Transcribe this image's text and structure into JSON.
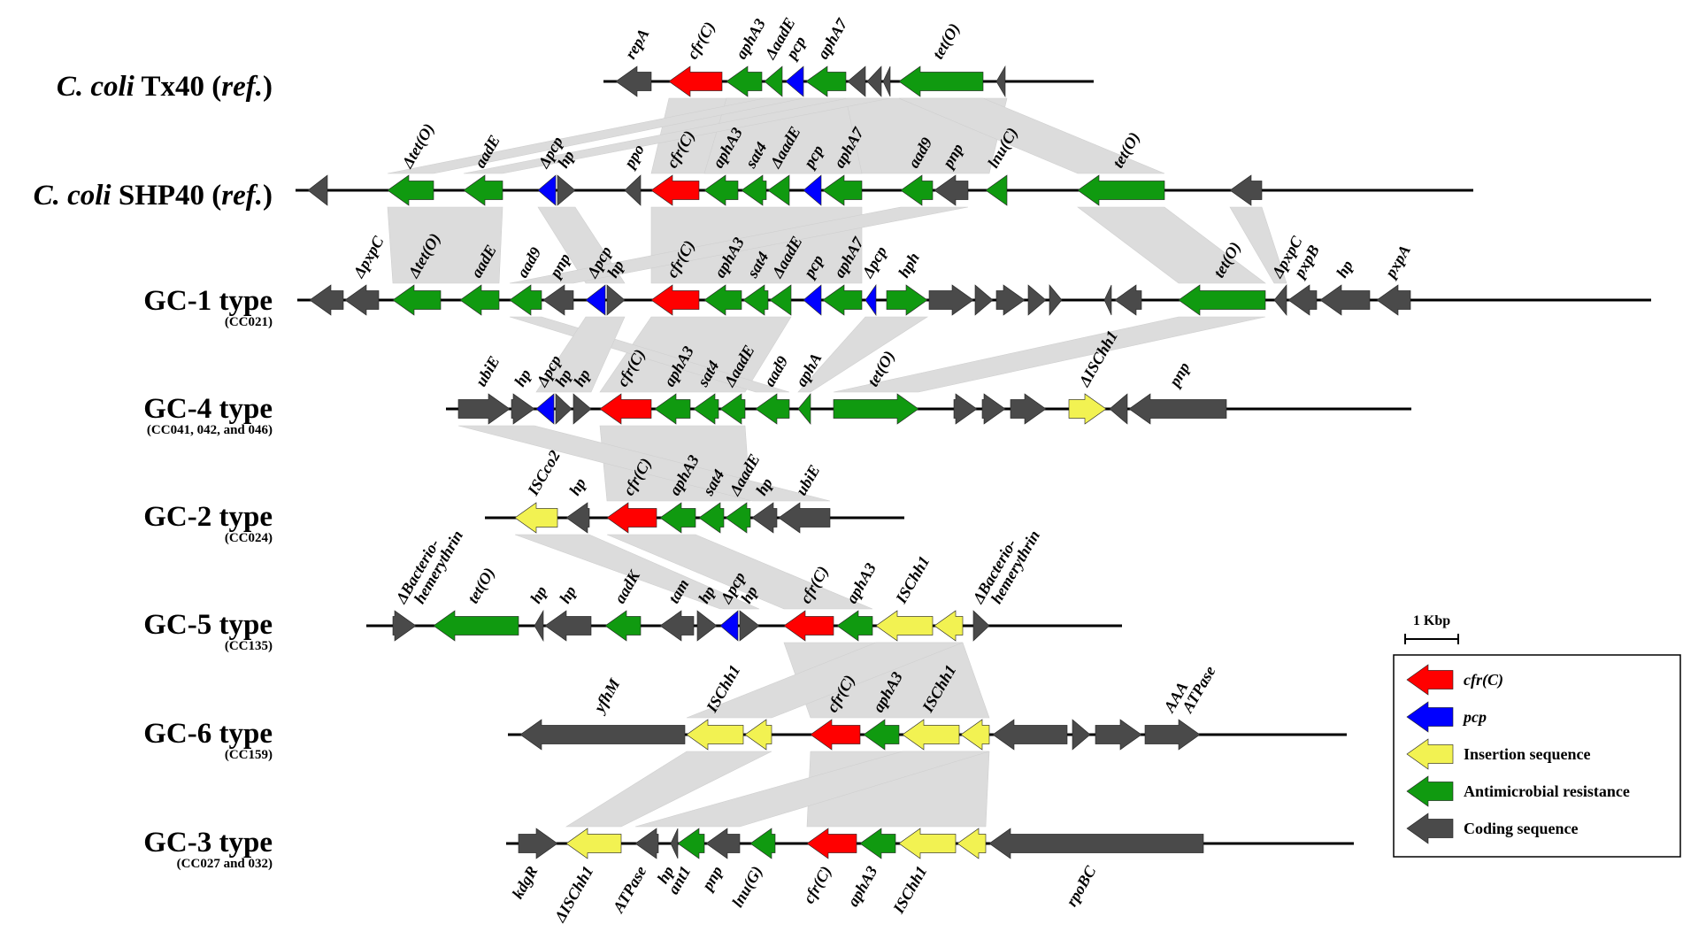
{
  "colors": {
    "red": "#ff0000",
    "blue": "#0000ff",
    "yellow": "#f2f252",
    "green": "#109a10",
    "gray": "#4a4a4a",
    "link": "#dcdcdc"
  },
  "scale_bar": {
    "label": "1 Kbp"
  },
  "legend": {
    "items": [
      {
        "label": "cfr(C)",
        "color": "red",
        "italic": true
      },
      {
        "label": "pcp",
        "color": "blue",
        "italic": true
      },
      {
        "label": "Insertion sequence",
        "color": "yellow",
        "italic": false
      },
      {
        "label": "Antimicrobial resistance",
        "color": "green",
        "italic": false
      },
      {
        "label": "Coding sequence",
        "color": "gray",
        "italic": false
      }
    ]
  },
  "tracks": [
    {
      "id": "tx40",
      "title_pre": "C. coli",
      "title_mid": " Tx40 (",
      "title_ref": "ref.",
      "title_post": ")",
      "italic_title": true,
      "subtitle": "",
      "genes": [
        {
          "label": "repA",
          "color": "gray",
          "dir": "L",
          "start": 0,
          "end": 40
        },
        {
          "label": "cfr(C)",
          "color": "red",
          "dir": "L",
          "start": 60,
          "end": 120
        },
        {
          "label": "aphA3",
          "color": "green",
          "dir": "L",
          "start": 125,
          "end": 165
        },
        {
          "label": "ΔaadE",
          "color": "green",
          "dir": "L",
          "start": 168,
          "end": 188
        },
        {
          "label": "pcp",
          "color": "blue",
          "dir": "L",
          "start": 192,
          "end": 212
        },
        {
          "label": "aphA7",
          "color": "green",
          "dir": "L",
          "start": 215,
          "end": 260
        },
        {
          "label": "",
          "color": "gray",
          "dir": "L",
          "start": 262,
          "end": 282
        },
        {
          "label": "",
          "color": "gray",
          "dir": "L",
          "start": 284,
          "end": 300
        },
        {
          "label": "",
          "color": "gray",
          "dir": "L",
          "start": 302,
          "end": 310
        },
        {
          "label": "tet(O)",
          "color": "green",
          "dir": "L",
          "start": 320,
          "end": 415
        },
        {
          "label": "",
          "color": "gray",
          "dir": "L",
          "start": 430,
          "end": 440
        }
      ]
    },
    {
      "id": "shp40",
      "title_pre": "C. coli",
      "title_mid": " SHP40 (",
      "title_ref": "ref.",
      "title_post": ")",
      "italic_title": true,
      "subtitle": "",
      "genes": [
        {
          "label": "",
          "color": "gray",
          "dir": "L",
          "start": 0,
          "end": 22
        },
        {
          "label": "Δtet(O)",
          "color": "green",
          "dir": "L",
          "start": 90,
          "end": 142
        },
        {
          "label": "aadE",
          "color": "green",
          "dir": "L",
          "start": 176,
          "end": 220
        },
        {
          "label": "Δpcp",
          "color": "blue",
          "dir": "L",
          "start": 260,
          "end": 280
        },
        {
          "label": "hp",
          "color": "gray",
          "dir": "R",
          "start": 282,
          "end": 302
        },
        {
          "label": "ppo",
          "color": "gray",
          "dir": "L",
          "start": 358,
          "end": 376
        },
        {
          "label": "cfr(C)",
          "color": "red",
          "dir": "L",
          "start": 388,
          "end": 442
        },
        {
          "label": "aphA3",
          "color": "green",
          "dir": "L",
          "start": 448,
          "end": 486
        },
        {
          "label": "sat4",
          "color": "green",
          "dir": "L",
          "start": 490,
          "end": 518
        },
        {
          "label": "ΔaadE",
          "color": "green",
          "dir": "L",
          "start": 520,
          "end": 544
        },
        {
          "label": "pcp",
          "color": "blue",
          "dir": "L",
          "start": 560,
          "end": 580
        },
        {
          "label": "aphA7",
          "color": "green",
          "dir": "L",
          "start": 582,
          "end": 626
        },
        {
          "label": "aad9",
          "color": "green",
          "dir": "L",
          "start": 670,
          "end": 706
        },
        {
          "label": "pnp",
          "color": "gray",
          "dir": "L",
          "start": 708,
          "end": 746
        },
        {
          "label": "lnu(C)",
          "color": "green",
          "dir": "L",
          "start": 766,
          "end": 790
        },
        {
          "label": "tet(O)",
          "color": "green",
          "dir": "L",
          "start": 870,
          "end": 968
        },
        {
          "label": "",
          "color": "gray",
          "dir": "L",
          "start": 1042,
          "end": 1078
        }
      ]
    },
    {
      "id": "gc1",
      "title_pre": "",
      "title_mid": "GC-1 type",
      "title_ref": "",
      "title_post": "",
      "italic_title": false,
      "subtitle": "(CC021)",
      "genes": [
        {
          "label": "",
          "color": "gray",
          "dir": "L",
          "start": 0,
          "end": 38
        },
        {
          "label": "ΔpxpC",
          "color": "gray",
          "dir": "L",
          "start": 40,
          "end": 78
        },
        {
          "label": "Δtet(O)",
          "color": "green",
          "dir": "L",
          "start": 94,
          "end": 148
        },
        {
          "label": "aadE",
          "color": "green",
          "dir": "L",
          "start": 170,
          "end": 214
        },
        {
          "label": "aad9",
          "color": "green",
          "dir": "L",
          "start": 226,
          "end": 262
        },
        {
          "label": "pnp",
          "color": "gray",
          "dir": "L",
          "start": 264,
          "end": 298
        },
        {
          "label": "Δpcp",
          "color": "blue",
          "dir": "L",
          "start": 312,
          "end": 334
        },
        {
          "label": "hp",
          "color": "gray",
          "dir": "R",
          "start": 336,
          "end": 356
        },
        {
          "label": "cfr(C)",
          "color": "red",
          "dir": "L",
          "start": 386,
          "end": 440
        },
        {
          "label": "aphA3",
          "color": "green",
          "dir": "L",
          "start": 446,
          "end": 488
        },
        {
          "label": "sat4",
          "color": "green",
          "dir": "L",
          "start": 490,
          "end": 518
        },
        {
          "label": "ΔaadE",
          "color": "green",
          "dir": "L",
          "start": 520,
          "end": 544
        },
        {
          "label": "pcp",
          "color": "blue",
          "dir": "L",
          "start": 558,
          "end": 578
        },
        {
          "label": "aphA7",
          "color": "green",
          "dir": "L",
          "start": 580,
          "end": 624
        },
        {
          "label": "Δpcp",
          "color": "blue",
          "dir": "L",
          "start": 628,
          "end": 640
        },
        {
          "label": "hph",
          "color": "green",
          "dir": "R",
          "start": 652,
          "end": 698
        },
        {
          "label": "",
          "color": "gray",
          "dir": "R",
          "start": 700,
          "end": 750
        },
        {
          "label": "",
          "color": "gray",
          "dir": "R",
          "start": 752,
          "end": 772
        },
        {
          "label": "",
          "color": "gray",
          "dir": "R",
          "start": 776,
          "end": 808
        },
        {
          "label": "",
          "color": "gray",
          "dir": "R",
          "start": 812,
          "end": 832
        },
        {
          "label": "",
          "color": "gray",
          "dir": "R",
          "start": 836,
          "end": 850
        },
        {
          "label": "",
          "color": "gray",
          "dir": "L",
          "start": 898,
          "end": 906
        },
        {
          "label": "",
          "color": "gray",
          "dir": "L",
          "start": 910,
          "end": 940
        },
        {
          "label": "tet(O)",
          "color": "green",
          "dir": "L",
          "start": 982,
          "end": 1080
        },
        {
          "label": "ΔpxpC",
          "color": "gray",
          "dir": "L",
          "start": 1090,
          "end": 1104
        },
        {
          "label": "pxpB",
          "color": "gray",
          "dir": "L",
          "start": 1106,
          "end": 1138
        },
        {
          "label": "hp",
          "color": "gray",
          "dir": "L",
          "start": 1142,
          "end": 1198
        },
        {
          "label": "pxpA",
          "color": "gray",
          "dir": "L",
          "start": 1206,
          "end": 1244
        }
      ]
    },
    {
      "id": "gc4",
      "title_pre": "",
      "title_mid": "GC-4 type",
      "title_ref": "",
      "title_post": "",
      "italic_title": false,
      "subtitle": "(CC041, 042, and 046)",
      "genes": [
        {
          "label": "ubiE",
          "color": "gray",
          "dir": "R",
          "start": 0,
          "end": 58
        },
        {
          "label": "hp",
          "color": "gray",
          "dir": "R",
          "start": 60,
          "end": 86
        },
        {
          "label": "Δpcp",
          "color": "blue",
          "dir": "L",
          "start": 88,
          "end": 108
        },
        {
          "label": "hp",
          "color": "gray",
          "dir": "R",
          "start": 110,
          "end": 128
        },
        {
          "label": "hp",
          "color": "gray",
          "dir": "R",
          "start": 130,
          "end": 150
        },
        {
          "label": "cfr(C)",
          "color": "red",
          "dir": "L",
          "start": 160,
          "end": 218
        },
        {
          "label": "aphA3",
          "color": "green",
          "dir": "L",
          "start": 222,
          "end": 262
        },
        {
          "label": "sat4",
          "color": "green",
          "dir": "L",
          "start": 266,
          "end": 294
        },
        {
          "label": "ΔaadE",
          "color": "green",
          "dir": "L",
          "start": 296,
          "end": 324
        },
        {
          "label": "aad9",
          "color": "green",
          "dir": "L",
          "start": 336,
          "end": 374
        },
        {
          "label": "aphA",
          "color": "green",
          "dir": "L",
          "start": 384,
          "end": 398
        },
        {
          "label": "tet(O)",
          "color": "green",
          "dir": "R",
          "start": 424,
          "end": 520
        },
        {
          "label": "",
          "color": "gray",
          "dir": "R",
          "start": 560,
          "end": 586
        },
        {
          "label": "",
          "color": "gray",
          "dir": "R",
          "start": 592,
          "end": 618
        },
        {
          "label": "",
          "color": "gray",
          "dir": "R",
          "start": 624,
          "end": 664
        },
        {
          "label": "ΔISChh1",
          "color": "yellow",
          "dir": "R",
          "start": 690,
          "end": 732
        },
        {
          "label": "",
          "color": "gray",
          "dir": "L",
          "start": 736,
          "end": 756
        },
        {
          "label": "pnp",
          "color": "gray",
          "dir": "L",
          "start": 758,
          "end": 868
        }
      ]
    },
    {
      "id": "gc2",
      "title_pre": "",
      "title_mid": "GC-2 type",
      "title_ref": "",
      "title_post": "",
      "italic_title": false,
      "subtitle": "(CC024)",
      "genes": [
        {
          "label": "ISCco2",
          "color": "yellow",
          "dir": "L",
          "start": 20,
          "end": 68
        },
        {
          "label": "hp",
          "color": "gray",
          "dir": "L",
          "start": 78,
          "end": 104
        },
        {
          "label": "cfr(C)",
          "color": "red",
          "dir": "L",
          "start": 124,
          "end": 180
        },
        {
          "label": "aphA3",
          "color": "green",
          "dir": "L",
          "start": 184,
          "end": 224
        },
        {
          "label": "sat4",
          "color": "green",
          "dir": "L",
          "start": 228,
          "end": 256
        },
        {
          "label": "ΔaadE",
          "color": "green",
          "dir": "L",
          "start": 258,
          "end": 286
        },
        {
          "label": "hp",
          "color": "gray",
          "dir": "L",
          "start": 288,
          "end": 316
        },
        {
          "label": "ubiE",
          "color": "gray",
          "dir": "L",
          "start": 318,
          "end": 376
        }
      ]
    },
    {
      "id": "gc5",
      "title_pre": "",
      "title_mid": "GC-5 type",
      "title_ref": "",
      "title_post": "",
      "italic_title": false,
      "subtitle": "(CC135)",
      "genes": [
        {
          "label": "ΔBacterio-\nhemerythrin",
          "color": "gray",
          "dir": "R",
          "start": 16,
          "end": 42
        },
        {
          "label": "tet(O)",
          "color": "green",
          "dir": "L",
          "start": 62,
          "end": 158
        },
        {
          "label": "hp",
          "color": "gray",
          "dir": "L",
          "start": 176,
          "end": 186
        },
        {
          "label": "hp",
          "color": "gray",
          "dir": "L",
          "start": 188,
          "end": 240
        },
        {
          "label": "aadK",
          "color": "green",
          "dir": "L",
          "start": 256,
          "end": 296
        },
        {
          "label": "tam",
          "color": "gray",
          "dir": "L",
          "start": 318,
          "end": 356
        },
        {
          "label": "hp",
          "color": "gray",
          "dir": "R",
          "start": 360,
          "end": 382
        },
        {
          "label": "Δpcp",
          "color": "blue",
          "dir": "L",
          "start": 386,
          "end": 406
        },
        {
          "label": "hp",
          "color": "gray",
          "dir": "R",
          "start": 408,
          "end": 430
        },
        {
          "label": "cfr(C)",
          "color": "red",
          "dir": "L",
          "start": 458,
          "end": 514
        },
        {
          "label": "aphA3",
          "color": "green",
          "dir": "L",
          "start": 518,
          "end": 558
        },
        {
          "label": "ISChh1",
          "color": "yellow",
          "dir": "L",
          "start": 562,
          "end": 626
        },
        {
          "label": "",
          "color": "yellow",
          "dir": "L",
          "start": 628,
          "end": 660
        },
        {
          "label": "ΔBacterio-\nhemerythrin",
          "color": "gray",
          "dir": "R",
          "start": 672,
          "end": 690
        }
      ]
    },
    {
      "id": "gc6",
      "title_pre": "",
      "title_mid": "GC-6 type",
      "title_ref": "",
      "title_post": "",
      "italic_title": false,
      "subtitle": "(CC159)",
      "genes": [
        {
          "label": "yfhM",
          "color": "gray",
          "dir": "L",
          "start": 0,
          "end": 186
        },
        {
          "label": "ISChh1",
          "color": "yellow",
          "dir": "L",
          "start": 188,
          "end": 252
        },
        {
          "label": "",
          "color": "yellow",
          "dir": "L",
          "start": 254,
          "end": 284
        },
        {
          "label": "cfr(C)",
          "color": "red",
          "dir": "L",
          "start": 328,
          "end": 384
        },
        {
          "label": "aphA3",
          "color": "green",
          "dir": "L",
          "start": 388,
          "end": 428
        },
        {
          "label": "ISChh1",
          "color": "yellow",
          "dir": "L",
          "start": 432,
          "end": 496
        },
        {
          "label": "",
          "color": "yellow",
          "dir": "L",
          "start": 498,
          "end": 530
        },
        {
          "label": "",
          "color": "gray",
          "dir": "L",
          "start": 534,
          "end": 618
        },
        {
          "label": "",
          "color": "gray",
          "dir": "R",
          "start": 624,
          "end": 644
        },
        {
          "label": "",
          "color": "gray",
          "dir": "R",
          "start": 650,
          "end": 702
        },
        {
          "label": "AAA\nATPase",
          "color": "gray",
          "dir": "R",
          "start": 706,
          "end": 768
        }
      ]
    },
    {
      "id": "gc3",
      "title_pre": "",
      "title_mid": "GC-3 type",
      "title_ref": "",
      "title_post": "",
      "italic_title": false,
      "subtitle": "(CC027 and 032)",
      "genes": [
        {
          "label": "kdgR",
          "color": "gray",
          "dir": "R",
          "start": 0,
          "end": 44
        },
        {
          "label": "ΔISChh1",
          "color": "yellow",
          "dir": "L",
          "start": 54,
          "end": 116
        },
        {
          "label": "ATPase",
          "color": "gray",
          "dir": "L",
          "start": 132,
          "end": 158
        },
        {
          "label": "hp",
          "color": "gray",
          "dir": "L",
          "start": 172,
          "end": 180
        },
        {
          "label": "ant1",
          "color": "green",
          "dir": "L",
          "start": 180,
          "end": 210
        },
        {
          "label": "pnp",
          "color": "gray",
          "dir": "L",
          "start": 212,
          "end": 250
        },
        {
          "label": "lnu(G)",
          "color": "green",
          "dir": "L",
          "start": 262,
          "end": 290
        },
        {
          "label": "cfr(C)",
          "color": "red",
          "dir": "L",
          "start": 326,
          "end": 382
        },
        {
          "label": "aphA3",
          "color": "green",
          "dir": "L",
          "start": 386,
          "end": 426
        },
        {
          "label": "ISChh1",
          "color": "yellow",
          "dir": "L",
          "start": 430,
          "end": 494
        },
        {
          "label": "",
          "color": "yellow",
          "dir": "L",
          "start": 496,
          "end": 528
        },
        {
          "label": "rpoBC",
          "color": "gray",
          "dir": "L",
          "start": 532,
          "end": 774
        }
      ]
    }
  ]
}
